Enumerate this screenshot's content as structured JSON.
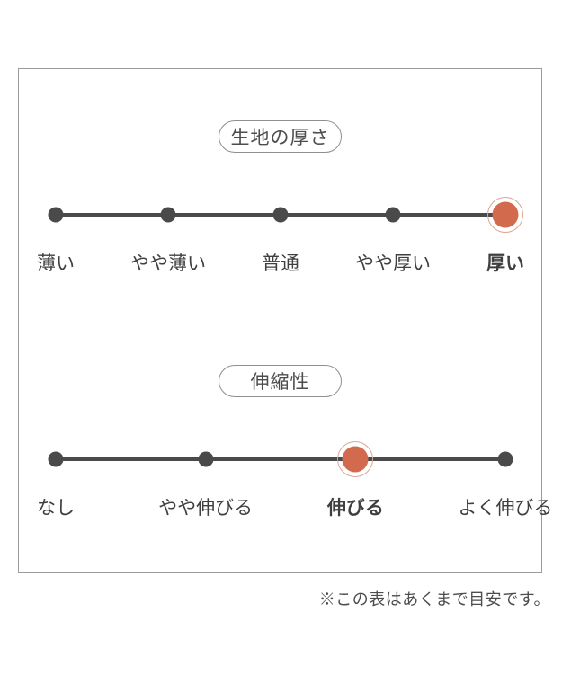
{
  "colors": {
    "line": "#4a4a4a",
    "dot": "#4a4a4a",
    "accent": "#d26a4e",
    "accent_ring": "#d9a593",
    "panel_border": "#9b9b9b",
    "pill_border": "#8f8f8f",
    "pill_text": "#4d4d4d",
    "label_text": "#3f3f3f",
    "note_text": "#4d4d4d"
  },
  "footer": {
    "note": "※この表はあくまで目安です。"
  },
  "chart_data": [
    {
      "type": "scatter",
      "subtype": "rating-scale",
      "title": "生地の厚さ",
      "categories": [
        "薄い",
        "やや薄い",
        "普通",
        "やや厚い",
        "厚い"
      ],
      "num_levels": 5,
      "selected_index": 4,
      "selected_label": "厚い",
      "legend_position": "none",
      "grid": false
    },
    {
      "type": "scatter",
      "subtype": "rating-scale",
      "title": "伸縮性",
      "categories": [
        "なし",
        "やや伸びる",
        "伸びる",
        "よく伸びる"
      ],
      "num_levels": 4,
      "selected_index": 2,
      "selected_label": "伸びる",
      "legend_position": "none",
      "grid": false
    }
  ]
}
